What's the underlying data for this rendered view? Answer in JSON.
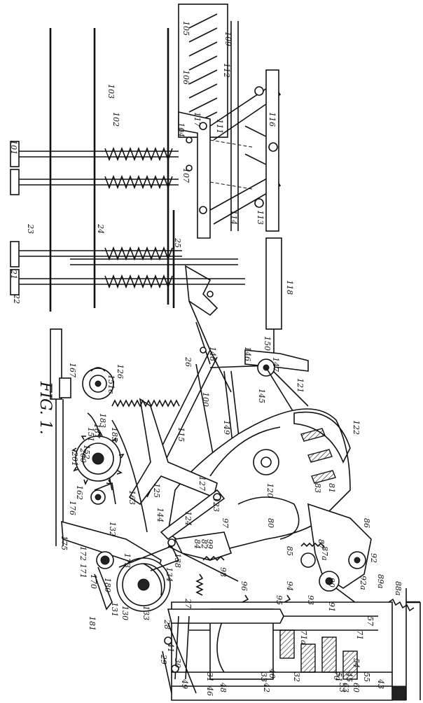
{
  "figure": {
    "title": "FIG. 1.",
    "labels": [
      "101",
      "102",
      "103",
      "104",
      "105",
      "106",
      "107",
      "109",
      "111",
      "112",
      "113",
      "114",
      "116",
      "117",
      "118",
      "21",
      "22",
      "23",
      "24",
      "25",
      "26",
      "145",
      "146",
      "147",
      "148",
      "149",
      "150",
      "100",
      "115",
      "120",
      "121",
      "122",
      "167",
      "151c",
      "126",
      "125",
      "127",
      "123",
      "124",
      "81",
      "83",
      "86",
      "80",
      "82",
      "85",
      "84",
      "97",
      "99",
      "98",
      "96",
      "94",
      "95",
      "93",
      "92",
      "90",
      "91",
      "89a",
      "88a",
      "87",
      "87a",
      "57",
      "71",
      "71a",
      "70",
      "60",
      "55",
      "54",
      "43",
      "45",
      "51",
      "53",
      "63",
      "42",
      "33",
      "32",
      "40",
      "49",
      "48",
      "46",
      "31",
      "30",
      "29",
      "41",
      "28",
      "27",
      "131",
      "130",
      "133",
      "134",
      "138",
      "144",
      "181",
      "180",
      "170",
      "171",
      "173",
      "132",
      "172",
      "175",
      "176",
      "162",
      "201",
      "200",
      "152",
      "151",
      "187",
      "183",
      "185",
      "163",
      "92a"
    ]
  }
}
